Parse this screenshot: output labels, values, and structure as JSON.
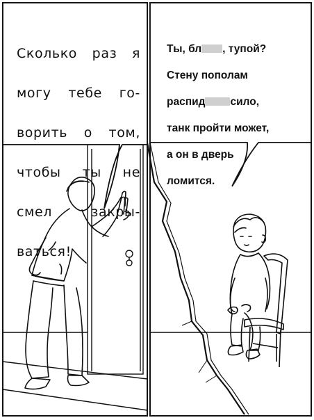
{
  "left_panel": {
    "speech_lines": [
      "Сколько раз я",
      "могу тебе го-",
      "ворить о том,",
      "чтобы ты не",
      "смел закры-",
      "ваться!"
    ]
  },
  "right_panel": {
    "speech_lines": [
      {
        "before": "Ты, бл",
        "censored": true,
        "after": ", тупой?"
      },
      {
        "before": "Стену пополам",
        "censored": false,
        "after": ""
      },
      {
        "before": "распид",
        "censored": true,
        "after": "сило,"
      },
      {
        "before": "танк пройти может,",
        "censored": false,
        "after": ""
      },
      {
        "before": "а он в дверь",
        "censored": false,
        "after": ""
      },
      {
        "before": "ломится.",
        "censored": false,
        "after": ""
      }
    ]
  },
  "colors": {
    "ink": "#111111",
    "paper": "#ffffff",
    "censor_blur": "#cfcfcf"
  }
}
